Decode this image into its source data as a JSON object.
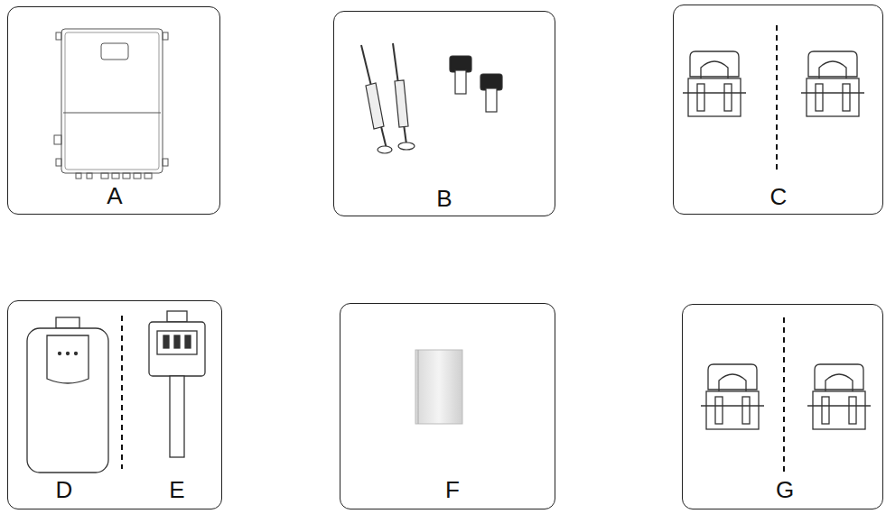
{
  "diagram": {
    "nodes": [
      {
        "text": [
          "A"
        ]
      },
      {
        "text": [
          "B"
        ]
      },
      {
        "text": [
          "C"
        ]
      },
      {
        "text": [
          "D",
          "E"
        ]
      },
      {
        "text": [
          "F"
        ]
      },
      {
        "text": [
          "G"
        ]
      }
    ]
  }
}
